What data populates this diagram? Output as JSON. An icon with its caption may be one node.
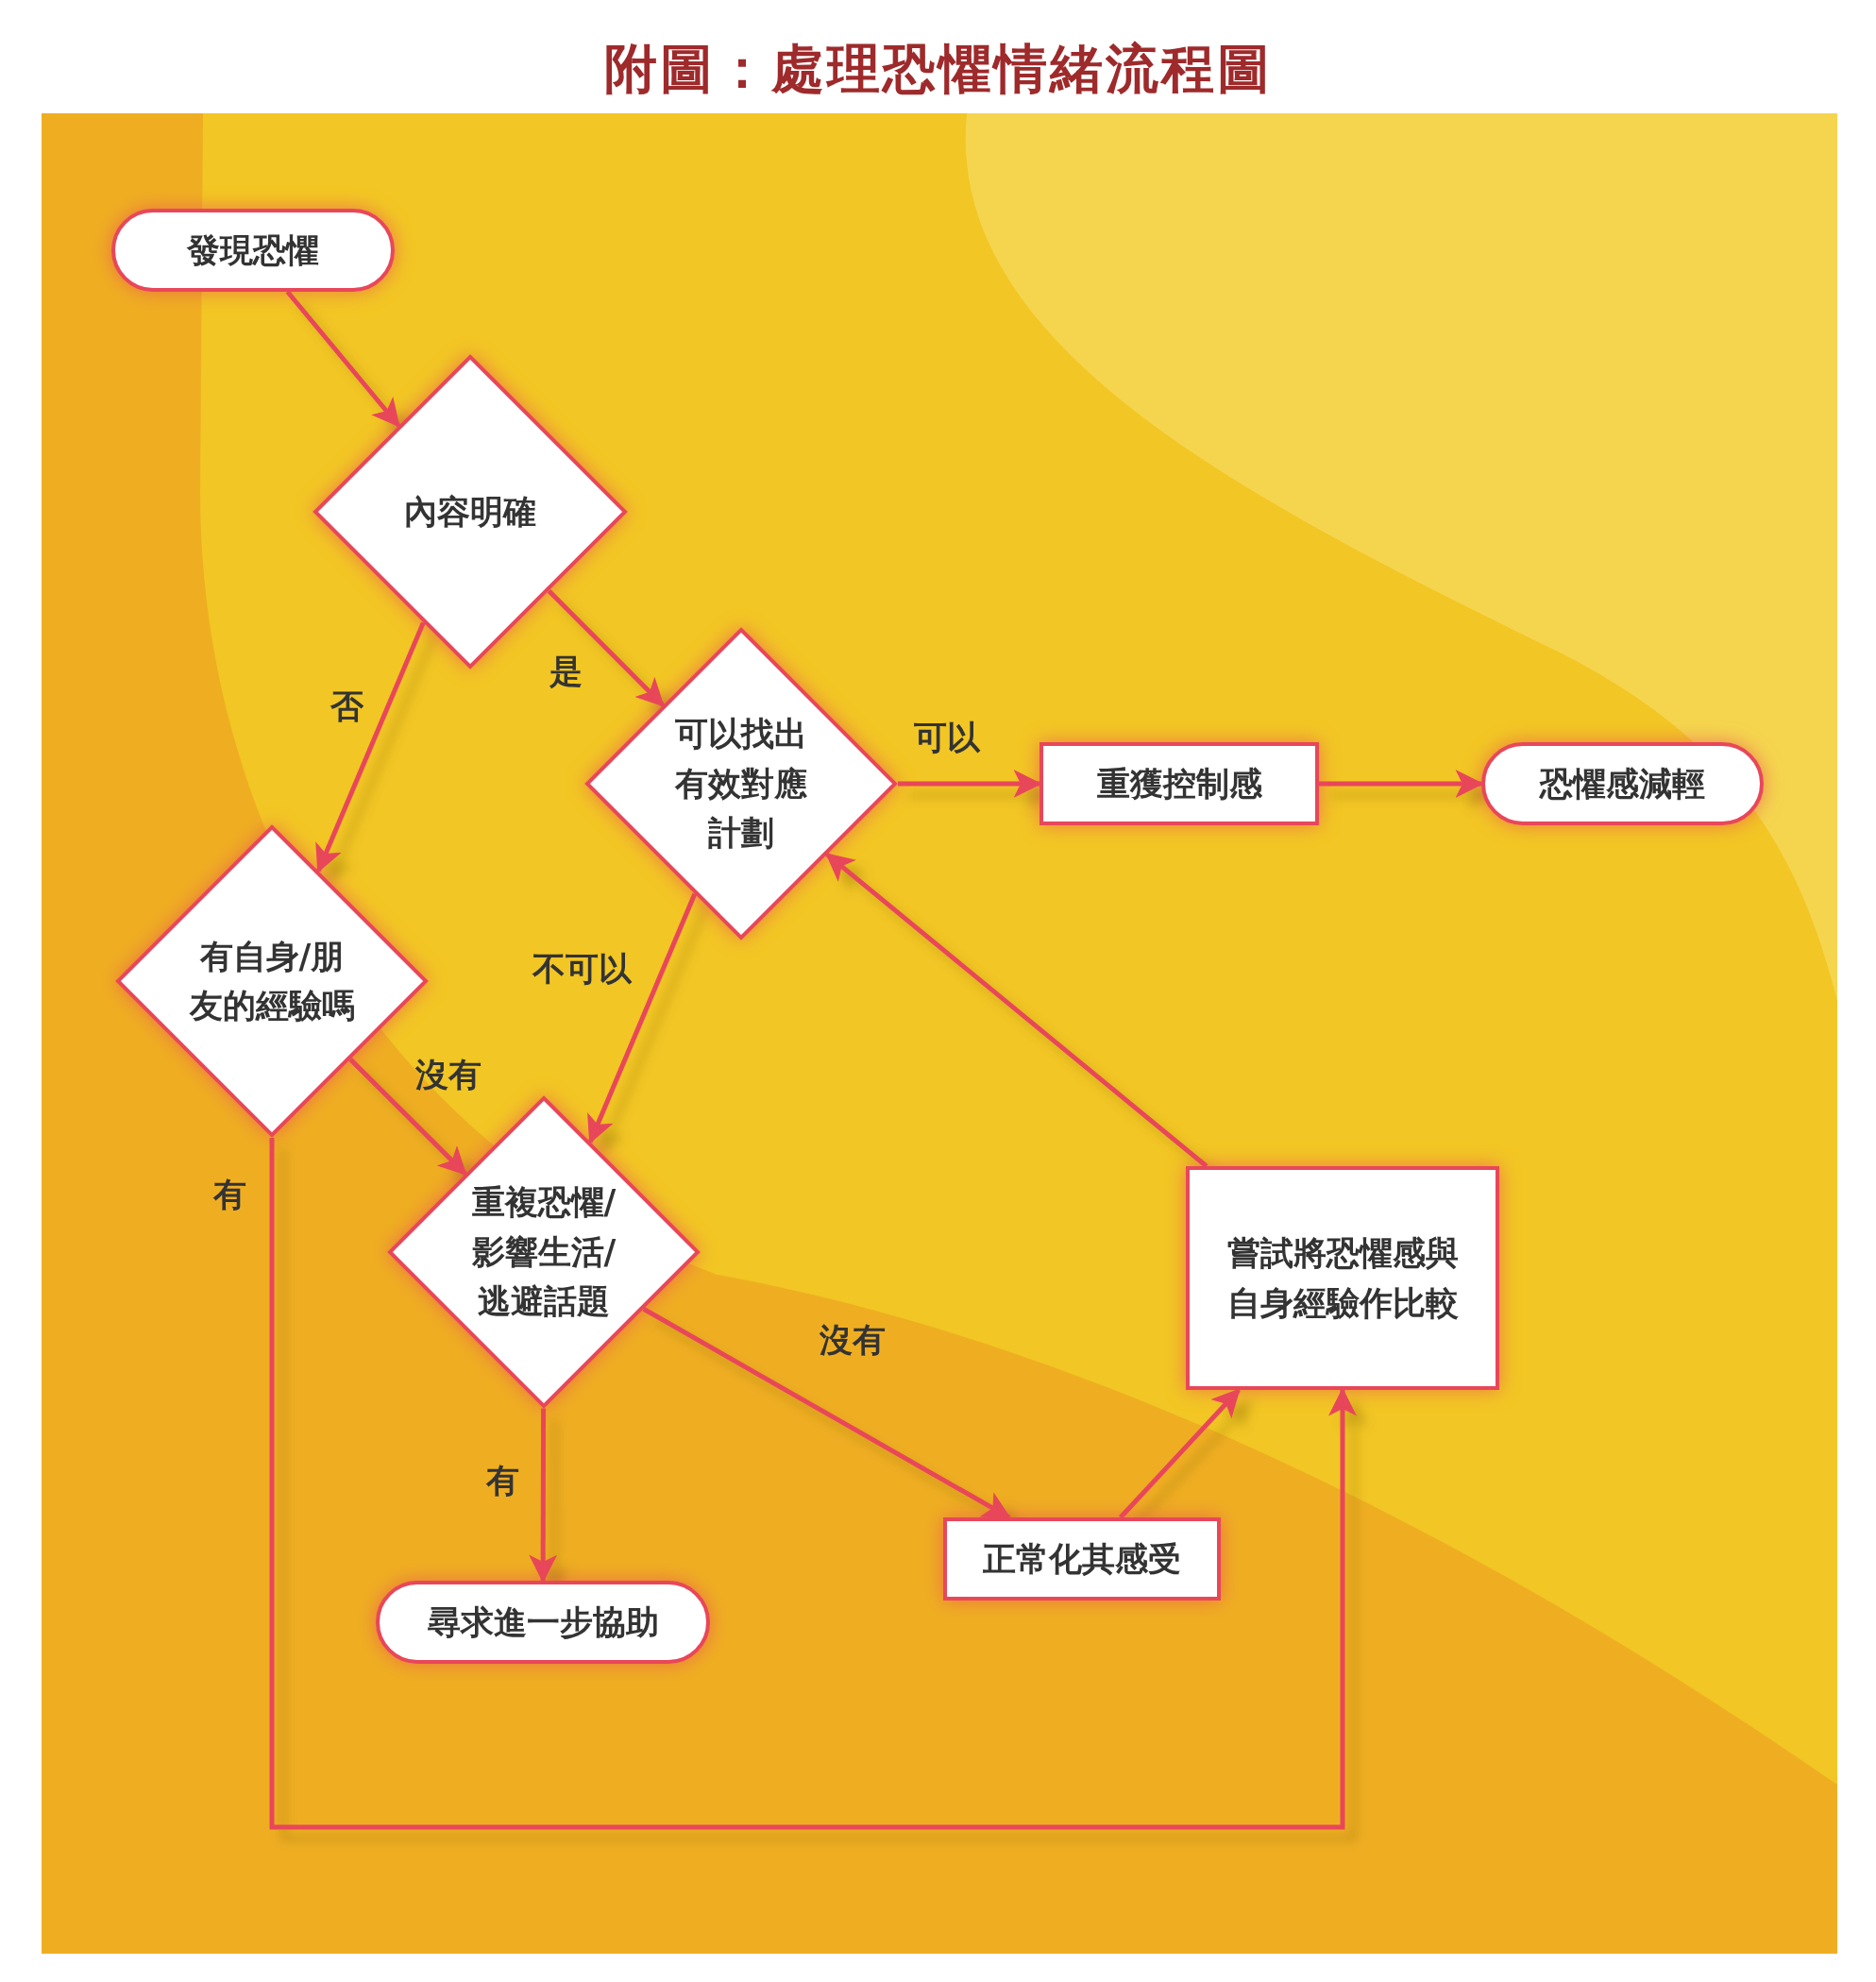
{
  "diagram": {
    "title": "附圖：處理恐懼情緒流程圖",
    "nodes": [
      {
        "text": [
          "發現恐懼"
        ]
      },
      {
        "text": [
          "內容明確"
        ]
      },
      {
        "text": [
          "可以找出有效對應計劃"
        ]
      },
      {
        "text": [
          "重獲控制感"
        ]
      },
      {
        "text": [
          "恐懼感減輕"
        ]
      },
      {
        "text": [
          "有自身/朋友的經驗嗎"
        ]
      },
      {
        "text": [
          "重複恐懼/影響生活/逃避話題"
        ]
      },
      {
        "text": [
          "尋求進一步協助"
        ]
      },
      {
        "text": [
          "正常化其感受"
        ]
      },
      {
        "text": [
          "嘗試將恐懼感與自身經驗作比較"
        ]
      }
    ],
    "edges": [
      {
        "from": 0,
        "to": 1,
        "arrow": "to"
      },
      {
        "from": 1,
        "to": 5,
        "arrow": "to",
        "label": "否"
      },
      {
        "from": 1,
        "to": 2,
        "arrow": "to",
        "label": "是"
      },
      {
        "from": 2,
        "to": 3,
        "arrow": "to",
        "label": "可以"
      },
      {
        "from": 3,
        "to": 4,
        "arrow": "to"
      },
      {
        "from": 2,
        "to": 6,
        "arrow": "to",
        "label": "不可以"
      },
      {
        "from": 5,
        "to": 6,
        "arrow": "to",
        "label": "沒有"
      },
      {
        "from": 5,
        "to": 9,
        "arrow": "to",
        "label": "有"
      },
      {
        "from": 6,
        "to": 7,
        "arrow": "to",
        "label": "有"
      },
      {
        "from": 6,
        "to": 8,
        "arrow": "to",
        "label": "沒有"
      },
      {
        "from": 8,
        "to": 9,
        "arrow": "to"
      },
      {
        "from": 9,
        "to": 2,
        "arrow": "to"
      }
    ]
  }
}
